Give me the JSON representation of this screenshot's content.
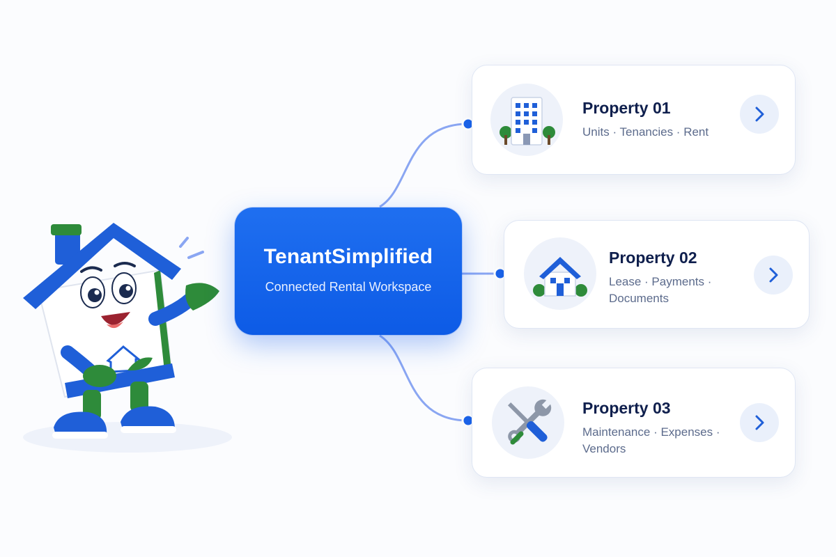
{
  "hub": {
    "title": "TenantSimplified",
    "subtitle": "Connected Rental Workspace"
  },
  "properties": [
    {
      "title": "Property 01",
      "description": "Units · Tenancies · Rent",
      "icon": "office-building-icon"
    },
    {
      "title": "Property 02",
      "description": "Lease · Payments · Documents",
      "icon": "house-icon"
    },
    {
      "title": "Property 03",
      "description": "Maintenance · Expenses · Vendors",
      "icon": "wrench-screwdriver-icon"
    }
  ],
  "colors": {
    "accent": "#0d5be6",
    "connector": "#7f9ff0",
    "title_text": "#0f1f4d",
    "muted_text": "#5c6b8c",
    "mascot_green": "#2e8b3a"
  }
}
